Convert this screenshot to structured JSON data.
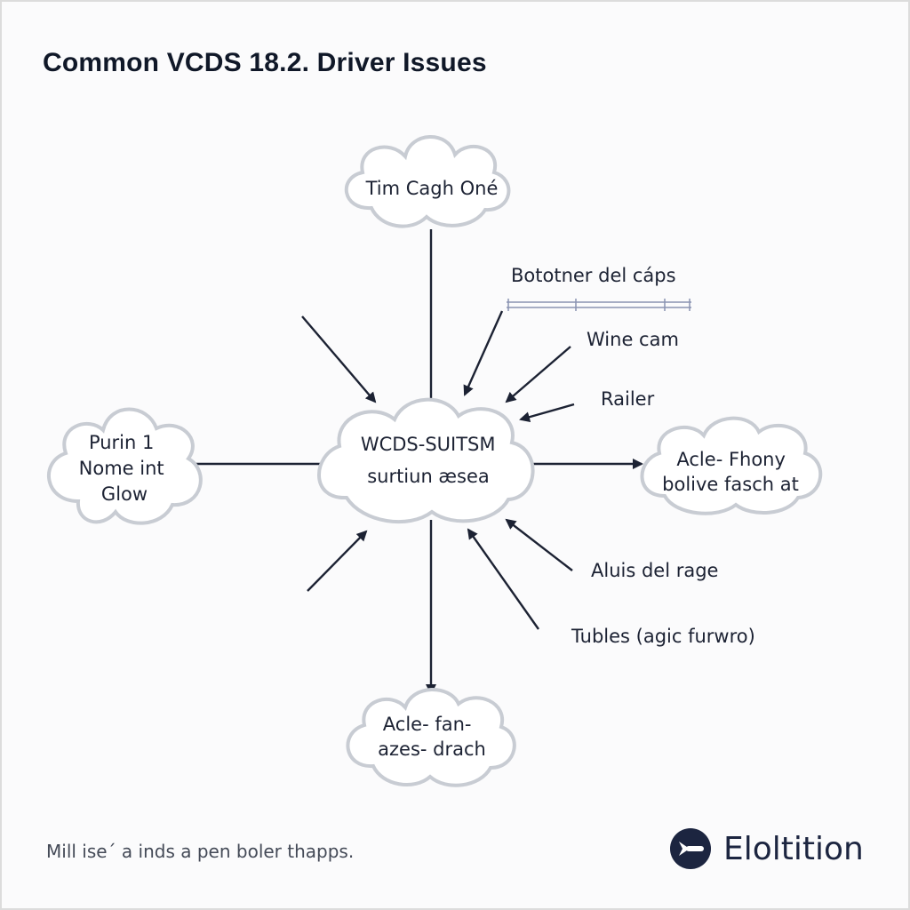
{
  "title": "Common VCDS 18.2. Driver Issues",
  "nodes": {
    "center": [
      "WCDS-SUITSM",
      "surtiun æsea"
    ],
    "top": [
      "Tim Cagh Oné"
    ],
    "left": [
      "Purin 1",
      "Nome int",
      "Glow"
    ],
    "right": [
      "Acle- Fhony",
      "bolive fasch at"
    ],
    "bottom": [
      "Acle- fan-",
      "azes- drach"
    ]
  },
  "labels": {
    "botoner": "Bototner del cáps",
    "wine": "Wine cam",
    "railer": "Railer",
    "aluis": "Aluis del rage",
    "tubles": "Tubles (agic furwro)"
  },
  "footer": "Mill ise´ a inds a pen boler thapps.",
  "brand": {
    "name": "Eloltition",
    "logo_icon": "plane-icon"
  },
  "colors": {
    "line": "#1c2233",
    "cloud_stroke": "#c8ccd3",
    "brand": "#1c2540"
  }
}
